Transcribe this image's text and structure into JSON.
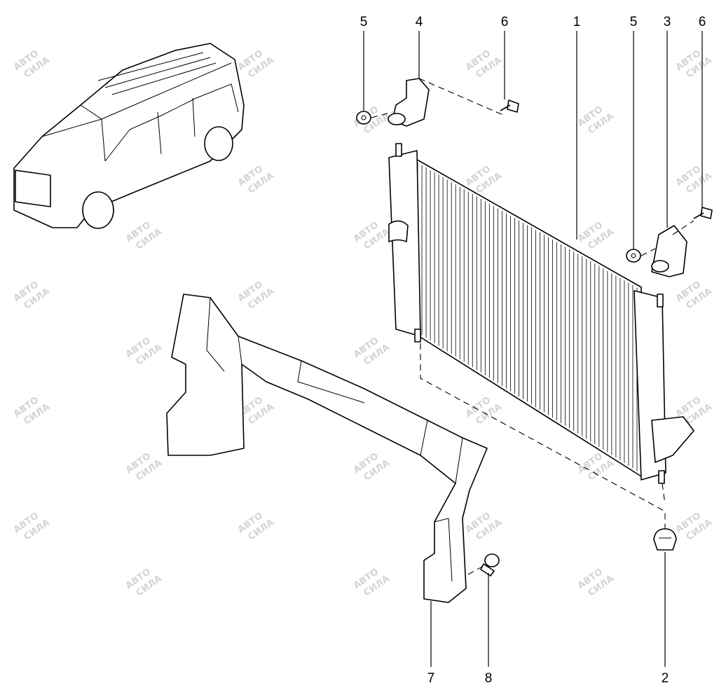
{
  "diagram": {
    "callouts": [
      {
        "id": "5",
        "part": "nut-left"
      },
      {
        "id": "4",
        "part": "bracket-left"
      },
      {
        "id": "6",
        "part": "bolt-left"
      },
      {
        "id": "1",
        "part": "radiator"
      },
      {
        "id": "5",
        "part": "nut-right"
      },
      {
        "id": "3",
        "part": "bracket-right"
      },
      {
        "id": "6",
        "part": "bolt-right"
      },
      {
        "id": "7",
        "part": "air-deflector"
      },
      {
        "id": "8",
        "part": "clip"
      },
      {
        "id": "2",
        "part": "rubber-mount"
      }
    ],
    "watermark": [
      "АВТО",
      "СИЛА"
    ]
  }
}
